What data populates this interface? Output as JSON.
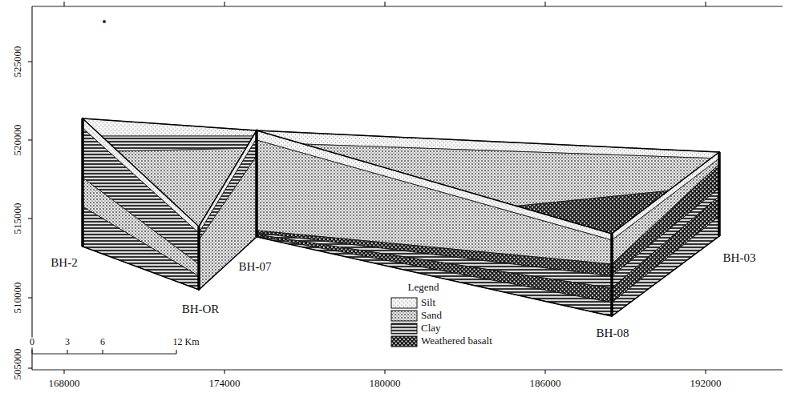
{
  "diagram": {
    "labels": [
      "525000",
      "520000",
      "515000",
      "510000",
      "505000",
      "168000",
      "174000",
      "180000",
      "186000",
      "192000",
      "BH-2",
      "BH-OR",
      "BH-07",
      "BH-08",
      "BH-03",
      "Legend",
      "0",
      "3",
      "6",
      "12 Km"
    ],
    "legend": [
      {
        "text": "Silt"
      },
      {
        "text": "Sand"
      },
      {
        "text": "Clay"
      },
      {
        "text": "Weathered basalt"
      }
    ]
  }
}
